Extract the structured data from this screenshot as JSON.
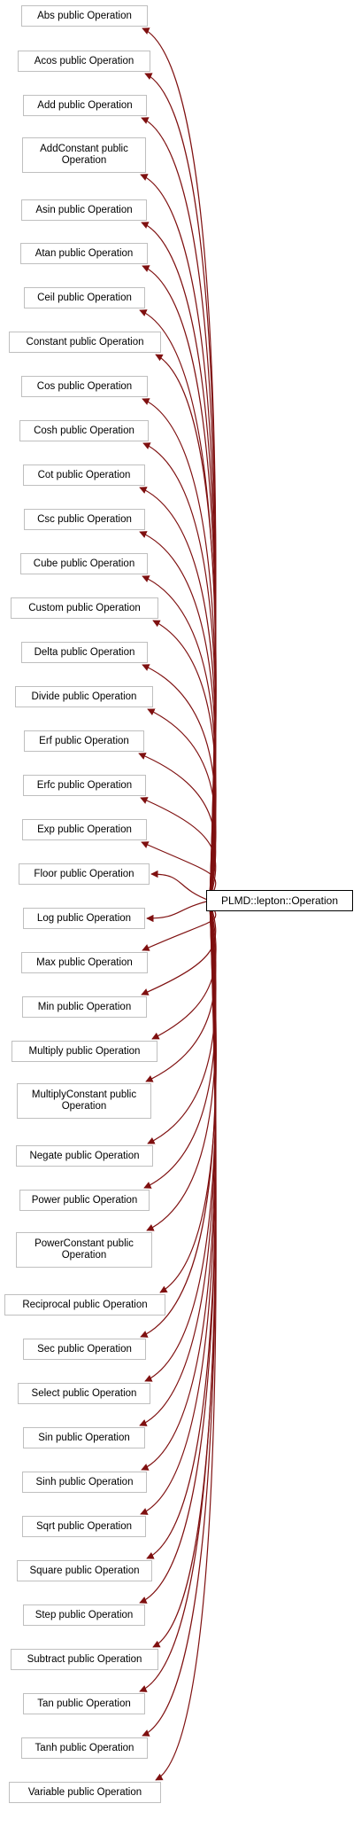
{
  "diagram": {
    "root_label": "PLMD::lepton::Operation",
    "edge_color": "#7f1010",
    "children": [
      "Abs public Operation",
      "Acos public Operation",
      "Add public Operation",
      "AddConstant public\nOperation",
      "Asin public Operation",
      "Atan public Operation",
      "Ceil public Operation",
      "Constant public Operation",
      "Cos public Operation",
      "Cosh public Operation",
      "Cot public Operation",
      "Csc public Operation",
      "Cube public Operation",
      "Custom public Operation",
      "Delta public Operation",
      "Divide public Operation",
      "Erf public Operation",
      "Erfc public Operation",
      "Exp public Operation",
      "Floor public Operation",
      "Log public Operation",
      "Max public Operation",
      "Min public Operation",
      "Multiply public Operation",
      "MultiplyConstant public\nOperation",
      "Negate public Operation",
      "Power public Operation",
      "PowerConstant public\nOperation",
      "Reciprocal public Operation",
      "Sec public Operation",
      "Select public Operation",
      "Sin public Operation",
      "Sinh public Operation",
      "Sqrt public Operation",
      "Square public Operation",
      "Step public Operation",
      "Subtract public Operation",
      "Tan public Operation",
      "Tanh public Operation",
      "Variable public Operation"
    ]
  }
}
